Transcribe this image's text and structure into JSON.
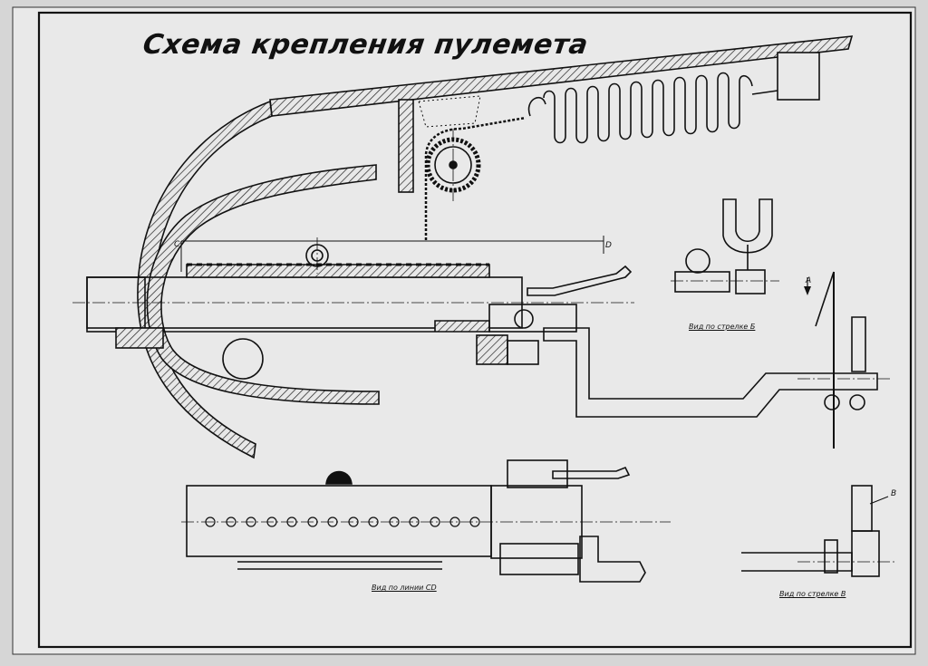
{
  "title": "Схема крепления пулемета",
  "views": {
    "side_b": "Вид по стрелке Б",
    "line_cd": "Вид по линии CD",
    "side_v": "Вид по стрелке В"
  },
  "markers": {
    "arrow_a": "А",
    "arrow_v": "В",
    "point_c": "C",
    "point_d": "D"
  }
}
